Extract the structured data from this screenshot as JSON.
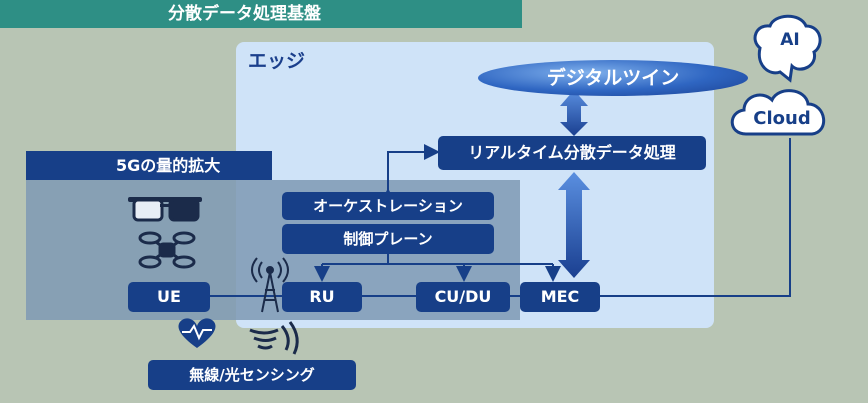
{
  "title": "分散データ処理基盤",
  "edge_label": "エッジ",
  "fiveg_label": "5Gの量的拡大",
  "digital_twin": "デジタルツイン",
  "ai_label": "AI",
  "cloud_label": "Cloud",
  "boxes": {
    "realtime": "リアルタイム分散データ処理",
    "orchestration": "オーケストレーション",
    "control_plane": "制御プレーン",
    "ue": "UE",
    "ru": "RU",
    "cudu": "CU/DU",
    "mec": "MEC",
    "sensing": "無線/光センシング"
  },
  "colors": {
    "navy": "#173f88",
    "teal": "#2e8f85",
    "edge_bg": "#cfe3f8",
    "page_bg": "#b8c5b4"
  }
}
